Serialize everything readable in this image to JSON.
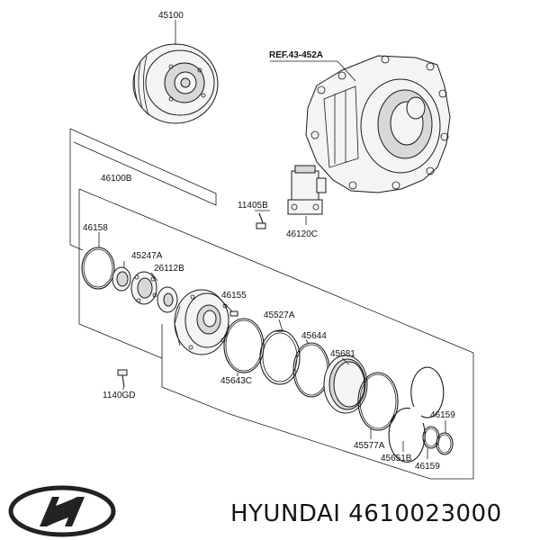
{
  "brand": {
    "name_part_number": "HYUNDAI 4610023000",
    "logo": "hyundai-logo"
  },
  "callouts": {
    "p45100": "45100",
    "ref": "REF.43-452A",
    "p46100B": "46100B",
    "p11405B": "11405B",
    "p46120C": "46120C",
    "p46158": "46158",
    "p45247A": "45247A",
    "p26112B": "26112B",
    "p46155": "46155",
    "p45527A": "45527A",
    "p45644": "45644",
    "p45681": "45681",
    "p45643C": "45643C",
    "p1140GD": "1140GD",
    "p45577A": "45577A",
    "p45651B": "45651B",
    "p46159a": "46159",
    "p46159b": "46159"
  },
  "colors": {
    "line": "#1a1a1a",
    "background": "#ffffff"
  }
}
